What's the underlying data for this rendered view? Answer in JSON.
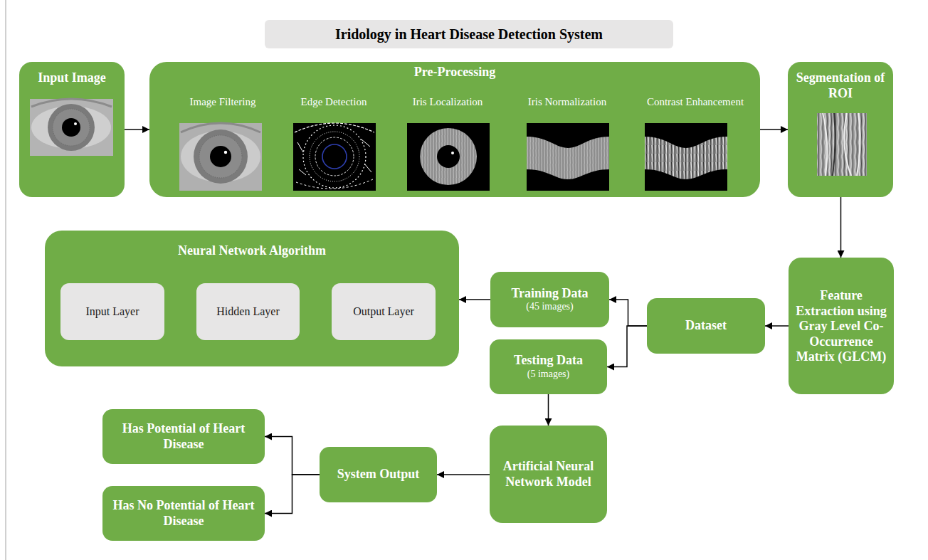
{
  "diagram": {
    "title": "Iridology in Heart Disease Detection System",
    "nodes": [
      {
        "text": [
          "Input Image"
        ]
      },
      {
        "text": [
          "Pre-Processing"
        ]
      },
      {
        "text": [
          "Segmentation of ROI"
        ]
      },
      {
        "text": [
          "Feature Extraction using Gray Level Co-Occurrence Matrix (GLCM)"
        ]
      },
      {
        "text": [
          "Dataset"
        ]
      },
      {
        "text": [
          "Neural Network Algorithm"
        ]
      },
      {
        "text": [
          "Input Layer"
        ],
        "in": 5
      },
      {
        "text": [
          "Hidden Layer"
        ],
        "in": 5
      },
      {
        "text": [
          "Output Layer"
        ],
        "in": 5
      },
      {
        "text": [
          "Training Data",
          "(45 images)"
        ]
      },
      {
        "text": [
          "Testing Data",
          "(5 images)"
        ]
      },
      {
        "text": [
          "Artificial Neural Network Model"
        ]
      },
      {
        "text": [
          "System Output"
        ]
      },
      {
        "text": [
          "Has Potential of Heart Disease"
        ]
      },
      {
        "text": [
          "Has No Potential of Heart Disease"
        ]
      }
    ],
    "edges": [
      {
        "from": 0,
        "to": 1,
        "arrow": "to"
      },
      {
        "from": 1,
        "to": 2,
        "arrow": "to"
      },
      {
        "from": 2,
        "to": 3,
        "arrow": "to"
      },
      {
        "from": 3,
        "to": 4,
        "arrow": "to"
      },
      {
        "from": 4,
        "to": 9,
        "arrow": "to"
      },
      {
        "from": 4,
        "to": 10,
        "arrow": "to"
      },
      {
        "from": 9,
        "to": 5,
        "arrow": "to"
      },
      {
        "from": 10,
        "to": 11,
        "arrow": "to"
      },
      {
        "from": 11,
        "to": 12,
        "arrow": "to"
      },
      {
        "from": 12,
        "to": 13,
        "arrow": "to"
      },
      {
        "from": 12,
        "to": 14,
        "arrow": "to"
      }
    ],
    "labels": [
      "Image Filtering",
      "Edge Detection",
      "Iris Localization",
      "Iris Normalization",
      "Contrast Enhancement"
    ]
  }
}
